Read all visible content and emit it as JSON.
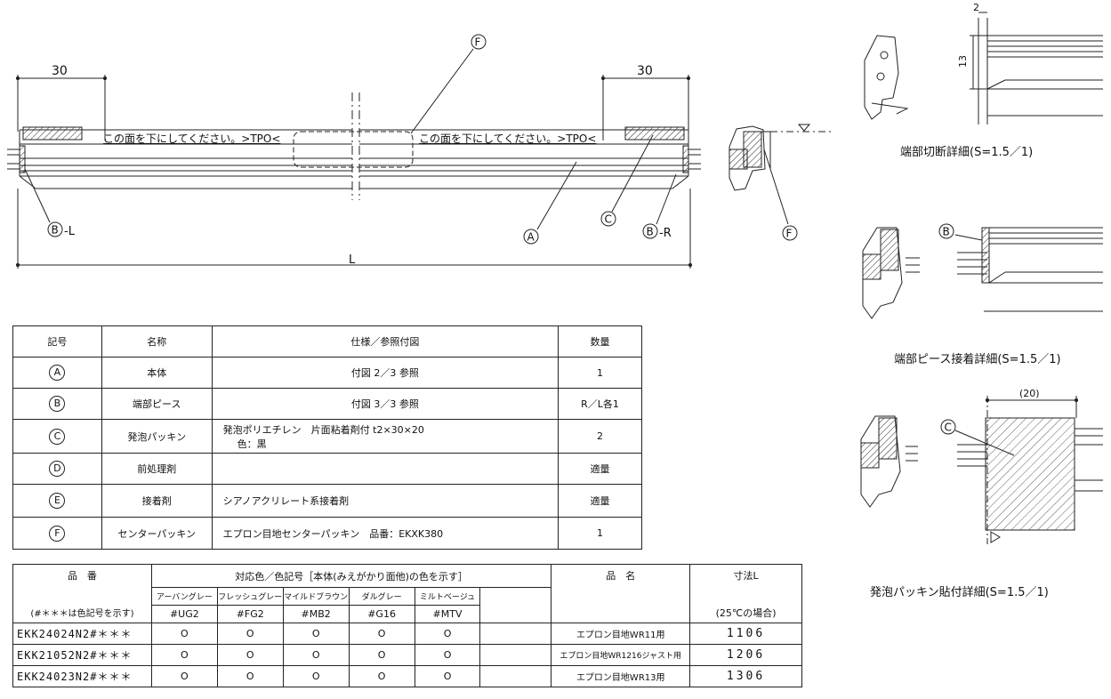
{
  "drawing": {
    "dim_left": "30",
    "dim_right": "30",
    "dim_L": "L",
    "label_text": "この面を下にしてください。>TPO<",
    "callouts": {
      "A": "A",
      "B": "B",
      "C": "C",
      "F": "F",
      "B_L_suffix": "-L",
      "B_R_suffix": "-R"
    },
    "detail1": {
      "dim_top": "2",
      "dim_side": "13",
      "caption": "端部切断詳細(S=1.5／1)"
    },
    "detail2": {
      "callout": "B",
      "caption": "端部ピース接着詳細(S=1.5／1)"
    },
    "detail3": {
      "callout": "C",
      "dim_top": "(20)",
      "caption": "発泡パッキン貼付詳細(S=1.5／1)"
    }
  },
  "spec_table": {
    "headers": {
      "symbol": "記号",
      "name": "名称",
      "spec": "仕様／参照付図",
      "qty": "数量"
    },
    "rows": [
      {
        "symbol": "A",
        "name": "本体",
        "spec": "付図 2／3 参照",
        "qty": "1"
      },
      {
        "symbol": "B",
        "name": "端部ピース",
        "spec": "付図 3／3 参照",
        "qty": "R／L各1"
      },
      {
        "symbol": "C",
        "name": "発泡パッキン",
        "spec": "発泡ポリエチレン　片面粘着剤付 t2×30×20",
        "spec2": "色：黒",
        "qty": "2"
      },
      {
        "symbol": "D",
        "name": "前処理剤",
        "spec": "",
        "qty": "適量"
      },
      {
        "symbol": "E",
        "name": "接着剤",
        "spec": "シアノアクリレート系接着剤",
        "qty": "適量"
      },
      {
        "symbol": "F",
        "name": "センターパッキン",
        "spec": "エプロン目地センターパッキン　品番：EKXK380",
        "qty": "1"
      }
    ]
  },
  "product_table": {
    "h_hinban": "品　番",
    "h_hinban_note": "(#＊＊＊は色記号を示す)",
    "h_colors": "対応色／色記号［本体(みえがかり面他)の色を示す］",
    "h_name": "品　名",
    "h_size": "寸法L",
    "h_size_note": "(25℃の場合)",
    "colors": [
      {
        "name": "アーバングレー",
        "code": "#UG2"
      },
      {
        "name": "フレッシュグレー",
        "code": "#FG2"
      },
      {
        "name": "マイルドブラウン",
        "code": "#MB2"
      },
      {
        "name": "ダルグレー",
        "code": "#G16"
      },
      {
        "name": "ミルトベージュ",
        "code": "#MTV"
      }
    ],
    "rows": [
      {
        "code": "EKK24024N2#＊＊＊",
        "marks": [
          "O",
          "O",
          "O",
          "O",
          "O"
        ],
        "name": "エプロン目地WR11用",
        "size": "1106"
      },
      {
        "code": "EKK21052N2#＊＊＊",
        "marks": [
          "O",
          "O",
          "O",
          "O",
          "O"
        ],
        "name": "エプロン目地WR1216ジャスト用",
        "size": "1206"
      },
      {
        "code": "EKK24023N2#＊＊＊",
        "marks": [
          "O",
          "O",
          "O",
          "O",
          "O"
        ],
        "name": "エプロン目地WR13用",
        "size": "1306"
      }
    ]
  }
}
